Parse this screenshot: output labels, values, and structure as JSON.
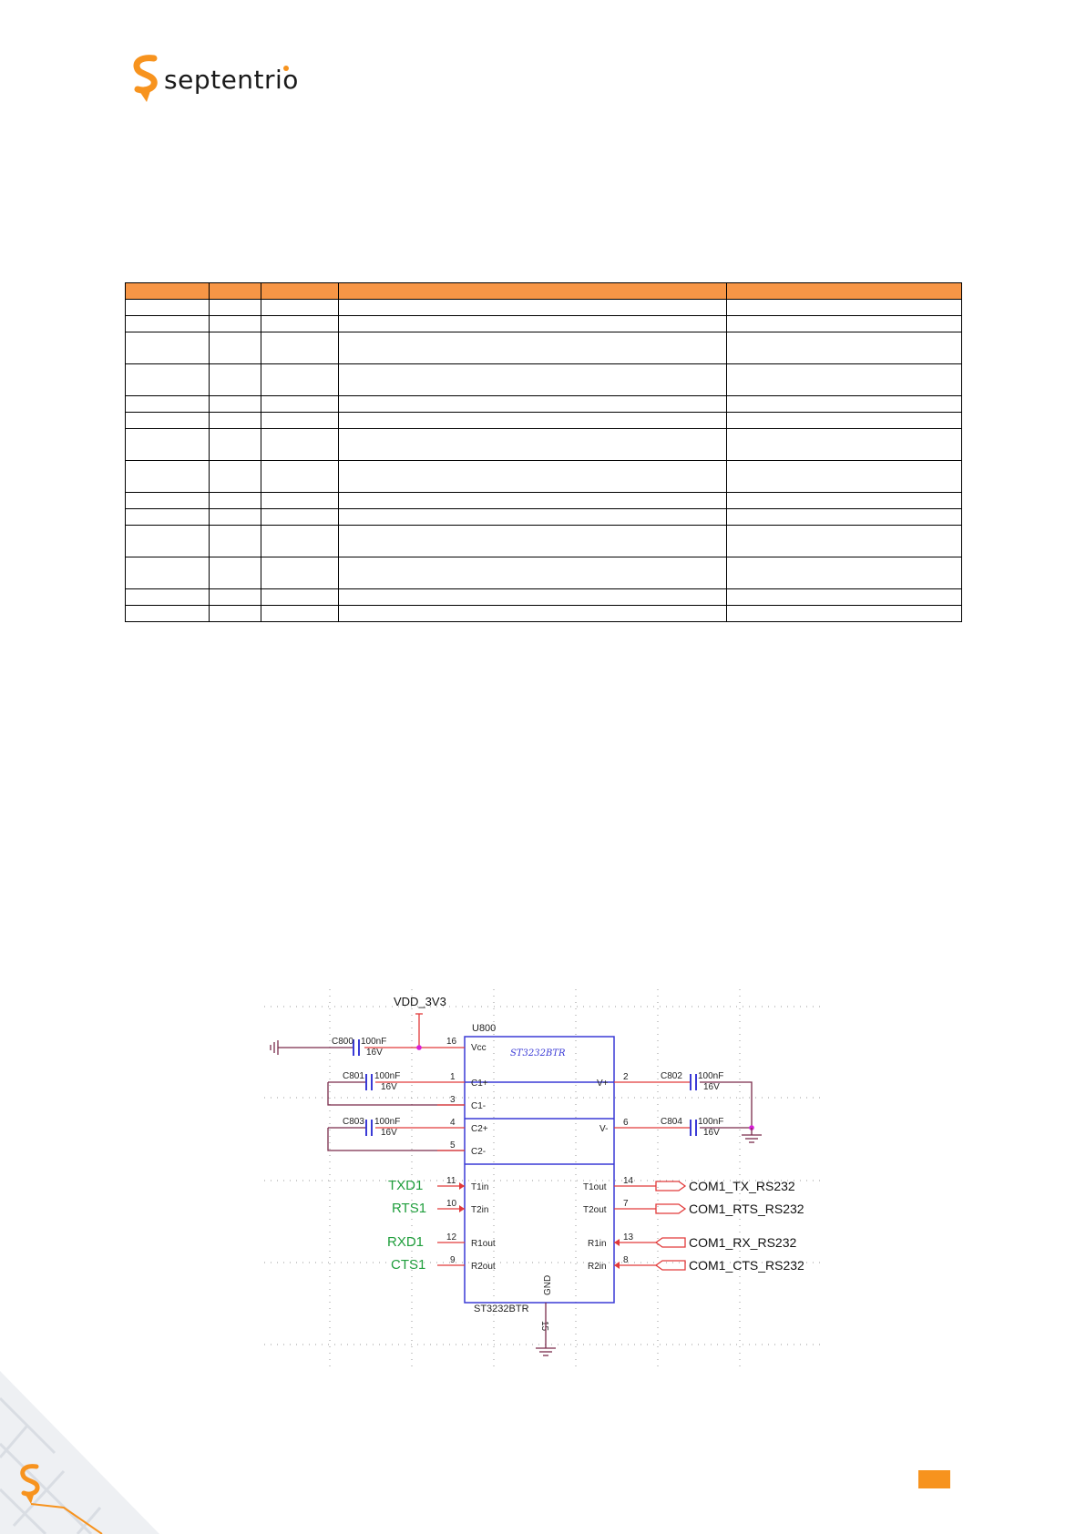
{
  "header": {
    "brand": "septentrio"
  },
  "pin_table": {
    "columns": [
      "",
      "",
      "",
      "",
      ""
    ],
    "rows": [
      {
        "h": "short"
      },
      {
        "h": "short"
      },
      {
        "h": "tall"
      },
      {
        "h": "tall"
      },
      {
        "h": "short"
      },
      {
        "h": "short"
      },
      {
        "h": "tall"
      },
      {
        "h": "tall"
      },
      {
        "h": "short"
      },
      {
        "h": "short"
      },
      {
        "h": "tall"
      },
      {
        "h": "tall"
      },
      {
        "h": "short"
      },
      {
        "h": "short"
      }
    ]
  },
  "schematic": {
    "power_net": "VDD_3V3",
    "ic_ref": "U800",
    "ic_part_inside": "ST3232BTR",
    "ic_part_below": "ST3232BTR",
    "pins": {
      "vcc": {
        "num": "16",
        "label": "Vcc"
      },
      "c1p": {
        "num": "1",
        "label": "C1+"
      },
      "c1m": {
        "num": "3",
        "label": "C1-"
      },
      "c2p": {
        "num": "4",
        "label": "C2+"
      },
      "c2m": {
        "num": "5",
        "label": "C2-"
      },
      "t1in": {
        "num": "11",
        "label": "T1in"
      },
      "t2in": {
        "num": "10",
        "label": "T2in"
      },
      "r1out": {
        "num": "12",
        "label": "R1out"
      },
      "r2out": {
        "num": "9",
        "label": "R2out"
      },
      "vplus": {
        "num": "2",
        "label": "V+"
      },
      "vminus": {
        "num": "6",
        "label": "V-"
      },
      "t1out": {
        "num": "14",
        "label": "T1out"
      },
      "t2out": {
        "num": "7",
        "label": "T2out"
      },
      "r1in": {
        "num": "13",
        "label": "R1in"
      },
      "r2in": {
        "num": "8",
        "label": "R2in"
      },
      "gnd": {
        "num": "15",
        "label": "GND"
      }
    },
    "capacitors": {
      "c800": {
        "ref": "C800",
        "value": "100nF",
        "voltage": "16V"
      },
      "c801": {
        "ref": "C801",
        "value": "100nF",
        "voltage": "16V"
      },
      "c802": {
        "ref": "C802",
        "value": "100nF",
        "voltage": "16V"
      },
      "c803": {
        "ref": "C803",
        "value": "100nF",
        "voltage": "16V"
      },
      "c804": {
        "ref": "C804",
        "value": "100nF",
        "voltage": "16V"
      }
    },
    "input_nets": {
      "txd": "TXD1",
      "rts": "RTS1",
      "rxd": "RXD1",
      "cts": "CTS1"
    },
    "output_nets": {
      "tx": "COM1_TX_RS232",
      "rts": "COM1_RTS_RS232",
      "rx": "COM1_RX_RS232",
      "cts": "COM1_CTS_RS232"
    },
    "colors": {
      "wire": "#e23a3a",
      "box": "#3a3ad6",
      "net_green": "#1f9e3c",
      "junction": "#d81fd8",
      "dots": "#9a9a9a"
    }
  },
  "footer": {
    "page_number": ""
  }
}
